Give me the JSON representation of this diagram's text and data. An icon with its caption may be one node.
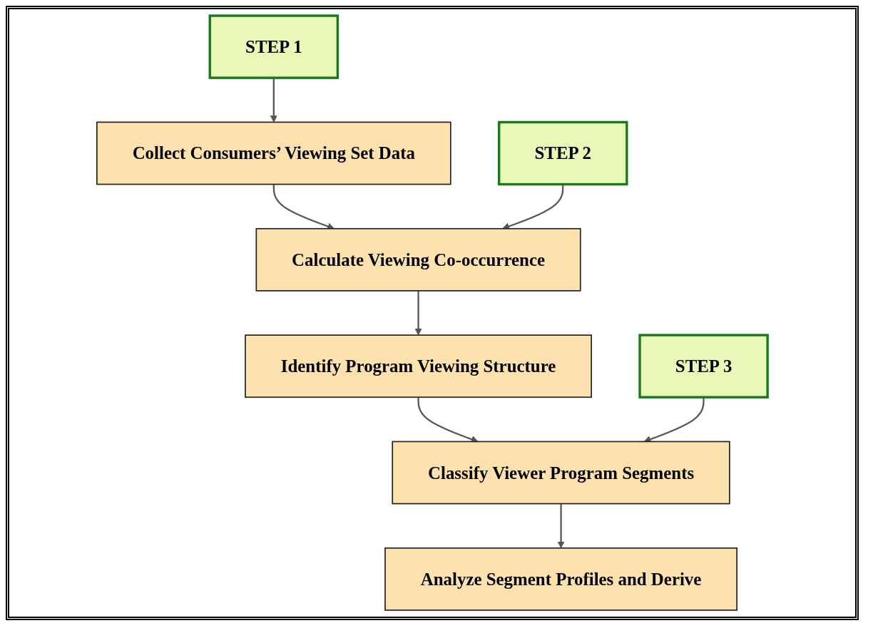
{
  "diagram": {
    "nodes": [
      {
        "text": [
          "STEP 1"
        ]
      },
      {
        "text": [
          "Collect Consumers’ Viewing Set Data"
        ]
      },
      {
        "text": [
          "STEP 2"
        ]
      },
      {
        "text": [
          "Calculate Viewing Co-occurrence"
        ]
      },
      {
        "text": [
          "Identify Program Viewing Structure"
        ]
      },
      {
        "text": [
          "STEP 3"
        ]
      },
      {
        "text": [
          "Classify Viewer Program Segments"
        ]
      },
      {
        "text": [
          "Analyze Segment Profiles and Derive"
        ]
      }
    ],
    "edges": [
      {
        "from": 0,
        "to": 1,
        "arrow": "to"
      },
      {
        "from": 1,
        "to": 3,
        "arrow": "to"
      },
      {
        "from": 2,
        "to": 3,
        "arrow": "to"
      },
      {
        "from": 3,
        "to": 4,
        "arrow": "to"
      },
      {
        "from": 4,
        "to": 6,
        "arrow": "to"
      },
      {
        "from": 5,
        "to": 6,
        "arrow": "to"
      },
      {
        "from": 6,
        "to": 7,
        "arrow": "to"
      }
    ]
  }
}
